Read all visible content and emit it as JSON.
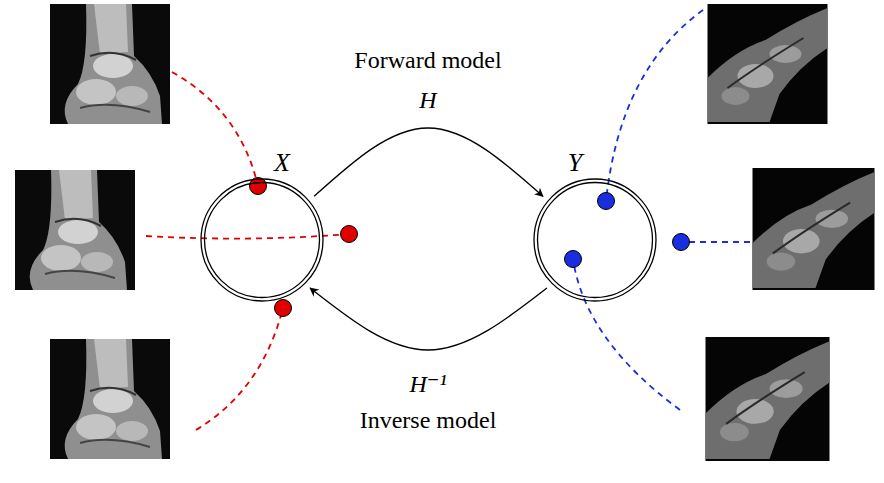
{
  "diagram": {
    "nodes": [
      {
        "text": [
          "X"
        ]
      },
      {
        "text": [
          "Y"
        ]
      }
    ],
    "edges": [
      {
        "from": 0,
        "to": 1,
        "arrow": "to",
        "label": "Forward model"
      },
      {
        "from": 1,
        "to": 0,
        "arrow": "to",
        "label": "Inverse model"
      }
    ],
    "labels": [
      "H",
      "H⁻¹"
    ]
  }
}
